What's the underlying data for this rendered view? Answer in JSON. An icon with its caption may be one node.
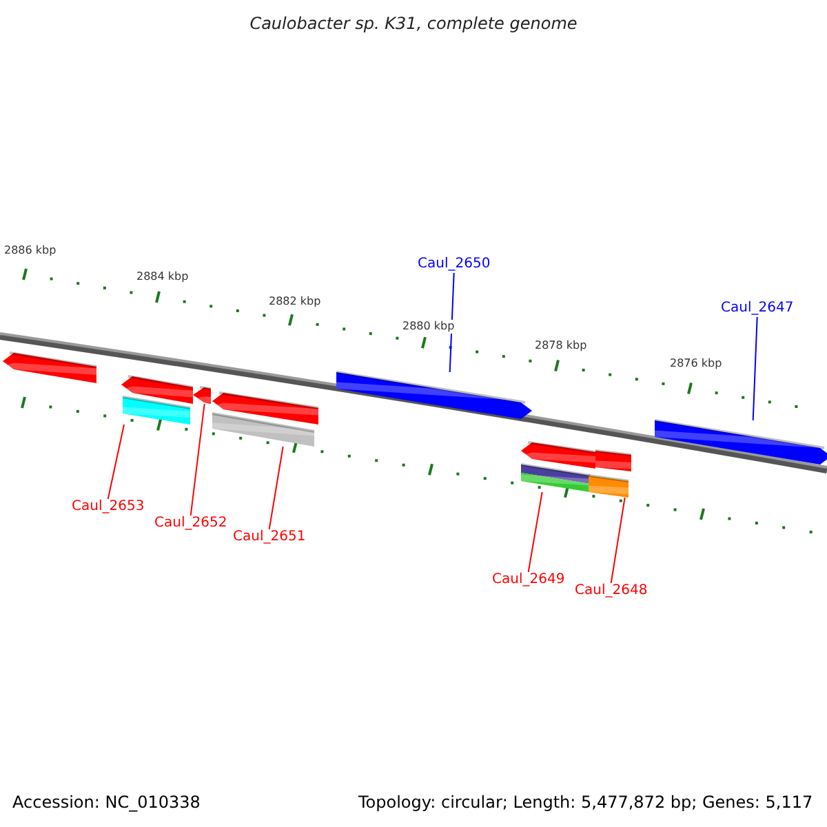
{
  "diagram": {
    "title": "Caulobacter sp. K31, complete genome",
    "nodes": [
      {
        "text": [
          "Caul_2650"
        ]
      },
      {
        "text": [
          "Caul_2647"
        ]
      },
      {
        "text": [
          "Caul_2653"
        ]
      },
      {
        "text": [
          "Caul_2652"
        ]
      },
      {
        "text": [
          "Caul_2651"
        ]
      },
      {
        "text": [
          "Caul_2649"
        ]
      },
      {
        "text": [
          "Caul_2648"
        ]
      },
      {
        "text": [],
        "shape": "bar"
      },
      {
        "text": [],
        "shape": "bar"
      },
      {
        "text": [],
        "shape": "bar"
      },
      {
        "text": [],
        "shape": "bar"
      },
      {
        "text": [],
        "shape": "bar"
      },
      {
        "text": [],
        "shape": "bar"
      },
      {
        "text": [],
        "shape": "bar"
      },
      {
        "text": [],
        "shape": "bar"
      },
      {
        "text": [],
        "shape": "bar"
      },
      {
        "text": [],
        "shape": "bar"
      },
      {
        "text": [],
        "shape": "bar"
      },
      {
        "text": [],
        "shape": "bar"
      }
    ],
    "edges": [
      {
        "from": 0,
        "to": 13,
        "arrow": "none",
        "color": "#0000ff"
      },
      {
        "from": 1,
        "to": 18,
        "arrow": "none",
        "color": "#0000ff"
      },
      {
        "from": 2,
        "to": 9,
        "arrow": "none"
      },
      {
        "from": 3,
        "to": 10,
        "arrow": "none"
      },
      {
        "from": 4,
        "to": 12,
        "arrow": "none"
      },
      {
        "from": 5,
        "to": 15,
        "arrow": "none"
      },
      {
        "from": 6,
        "to": 17,
        "arrow": "none"
      }
    ],
    "labels": [
      "2886 kbp",
      "2884 kbp",
      "2882 kbp",
      "2880 kbp",
      "2878 kbp",
      "2876 kbp",
      "Accession: NC_010338",
      "Topology: circular; Length: 5,477,872 bp; Genes: 5,117"
    ]
  }
}
